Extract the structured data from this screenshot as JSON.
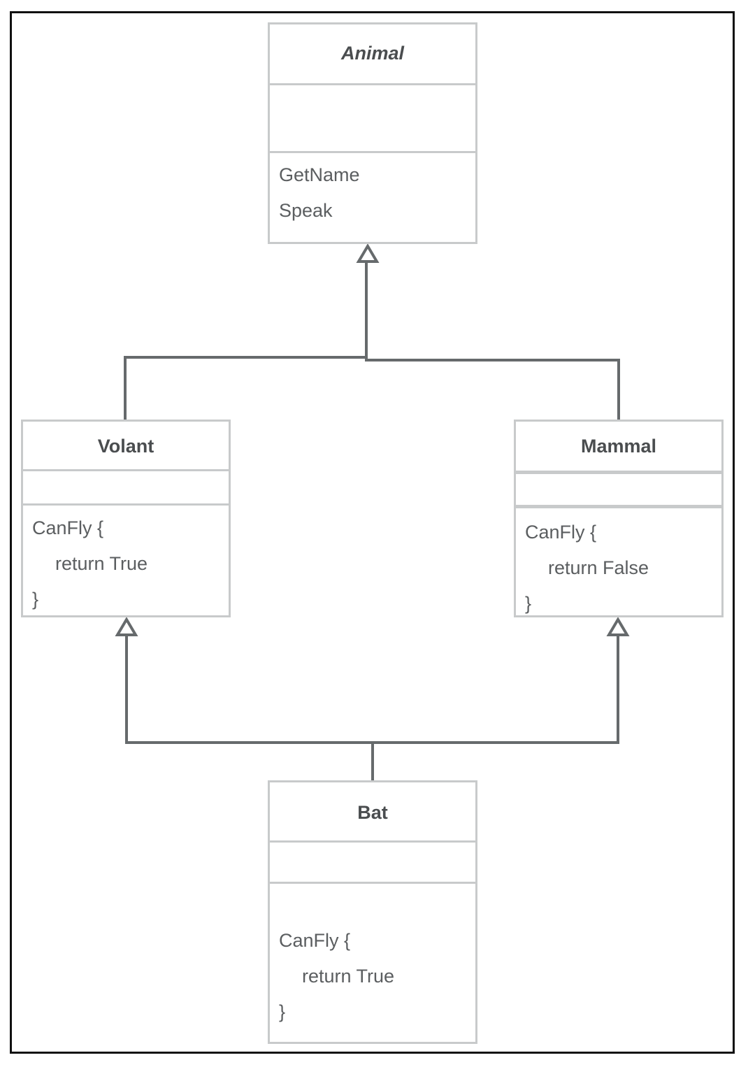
{
  "diagram": {
    "classes": {
      "animal": {
        "name": "Animal",
        "abstract": true,
        "attributes": [],
        "methods": [
          "GetName",
          "Speak"
        ]
      },
      "volant": {
        "name": "Volant",
        "attributes": [],
        "methods": [
          "CanFly {",
          "return True",
          "}"
        ]
      },
      "mammal": {
        "name": "Mammal",
        "attributes": [],
        "methods": [
          "CanFly {",
          "return False",
          "}"
        ]
      },
      "bat": {
        "name": "Bat",
        "attributes": [],
        "methods": [
          "CanFly {",
          "return True",
          "}"
        ]
      }
    },
    "relationships": [
      {
        "type": "generalization",
        "from": "Volant",
        "to": "Animal"
      },
      {
        "type": "generalization",
        "from": "Mammal",
        "to": "Animal"
      },
      {
        "type": "generalization",
        "from": "Bat",
        "to": "Volant"
      },
      {
        "type": "generalization",
        "from": "Bat",
        "to": "Mammal"
      }
    ],
    "colors": {
      "box_border": "#c8cacb",
      "connector": "#666a6c",
      "frame": "#111111",
      "text": "#4a4d4f"
    }
  }
}
